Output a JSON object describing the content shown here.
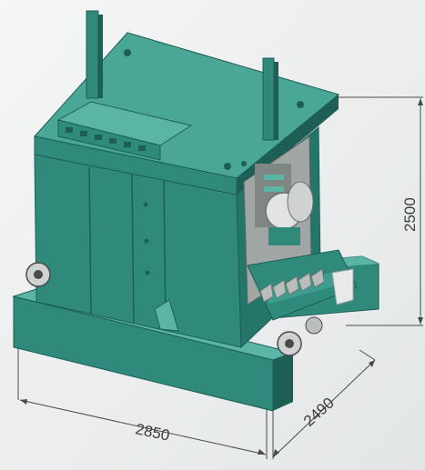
{
  "drawing": {
    "dimensions": {
      "width": "2850",
      "depth": "2490",
      "height": "2500"
    },
    "colors": {
      "background": "#eef0f1",
      "machine_main": "#2f8a7c",
      "machine_light": "#5bb5a6",
      "machine_dark": "#1d5e55",
      "metal": "#b9bdbc",
      "dimension_line": "#4a4a4a"
    }
  }
}
